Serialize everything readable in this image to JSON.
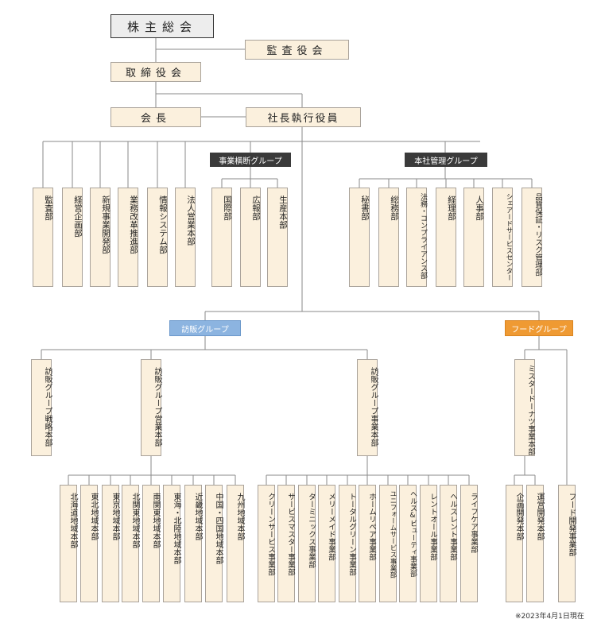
{
  "top": {
    "shareholders": "株主総会",
    "auditors": "監査役会",
    "board": "取締役会",
    "chairman": "会長",
    "president": "社長執行役員"
  },
  "groups": {
    "business": "事業横断グループ",
    "hq": "本社管理グループ",
    "homon": "訪販グループ",
    "food": "フードグループ"
  },
  "president_direct": [
    "監査部",
    "経営企画部",
    "新規事業開発部",
    "業務改革推進部",
    "情報システム部",
    "法人営業本部"
  ],
  "business_depts": [
    "国際部",
    "広報部",
    "生産本部"
  ],
  "hq_depts": [
    "秘書部",
    "総務部",
    "法務・コンプライアンス部",
    "経理部",
    "人事部",
    "シェアードサービスセンター",
    "品質保証・リスク管理部"
  ],
  "homon_heads": [
    "訪販グループ戦略本部",
    "訪販グループ営業本部",
    "訪販グループ事業本部"
  ],
  "regions": [
    "北海道地域本部",
    "東北地域本部",
    "東京地域本部",
    "北関東地域本部",
    "南関東地域本部",
    "東海・北陸地域本部",
    "近畿地域本部",
    "中国・四国地域本部",
    "九州地域本部"
  ],
  "homon_businesses": [
    "クリーンサービス事業部",
    "サービスマスター事業部",
    "ターミニックス事業部",
    "メリーメイド事業部",
    "トータルグリーン事業部",
    "ホームリペア事業部",
    "ユニフォームサービス事業部",
    "ヘルス&ビューティ事業部",
    "レントオール事業部",
    "ヘルスレント事業部",
    "ライフケア事業部"
  ],
  "food_head": "ミスタードーナツ事業本部",
  "food_depts": [
    "企画開発本部",
    "運営開発本部"
  ],
  "food_direct": "フード開発事業部",
  "note": "※2023年4月1日現在"
}
